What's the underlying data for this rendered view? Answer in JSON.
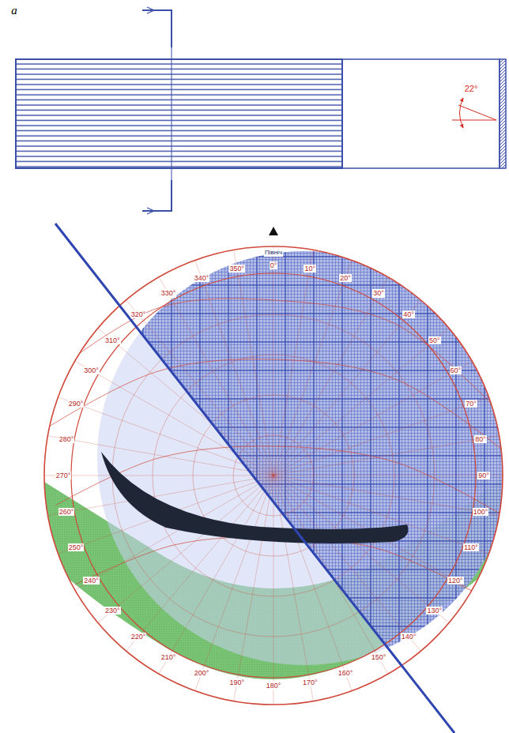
{
  "diagram": {
    "labels": [
      "a",
      "22°",
      "Північ",
      "0°",
      "10°",
      "20°",
      "30°",
      "40°",
      "50°",
      "60°",
      "70°",
      "80°",
      "90°",
      "100°",
      "110°",
      "120°",
      "130°",
      "140°",
      "150°",
      "160°",
      "170°",
      "180°",
      "190°",
      "200°",
      "210°",
      "220°",
      "230°",
      "240°",
      "250°",
      "260°",
      "270°",
      "280°",
      "290°",
      "300°",
      "310°",
      "320°",
      "330°",
      "340°",
      "350°"
    ]
  }
}
